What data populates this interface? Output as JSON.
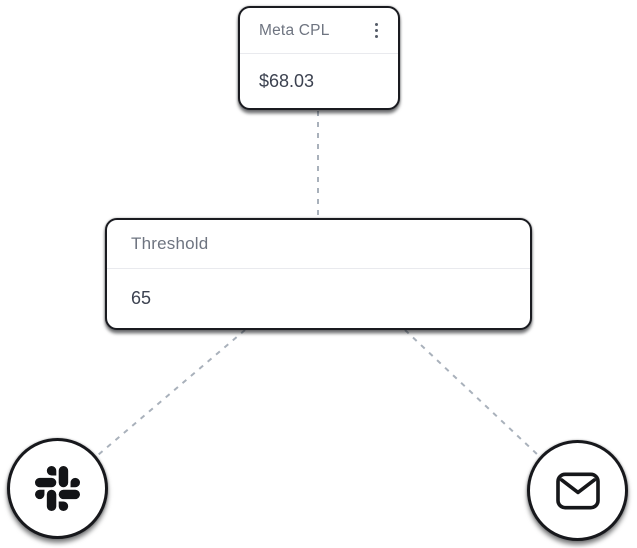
{
  "colors": {
    "background": "#ffffff",
    "card_background": "#ffffff",
    "outline": "#1a1b20",
    "header_text": "#6e7480",
    "value_text": "#3c4250",
    "divider": "#e9eaee",
    "connector": "#a9b1bb",
    "icon": "#131417"
  },
  "nodes": {
    "metric": {
      "title": "Meta CPL",
      "value": "$68.03",
      "menu_icon": "kebab-vertical-icon"
    },
    "threshold": {
      "label": "Threshold",
      "value": "65"
    },
    "slack": {
      "icon": "slack-logo-icon"
    },
    "email": {
      "icon": "envelope-icon"
    }
  },
  "edges": [
    {
      "from": "metric",
      "to": "threshold",
      "style": "dashed"
    },
    {
      "from": "threshold",
      "to": "slack",
      "style": "dashed"
    },
    {
      "from": "threshold",
      "to": "email",
      "style": "dashed"
    }
  ]
}
